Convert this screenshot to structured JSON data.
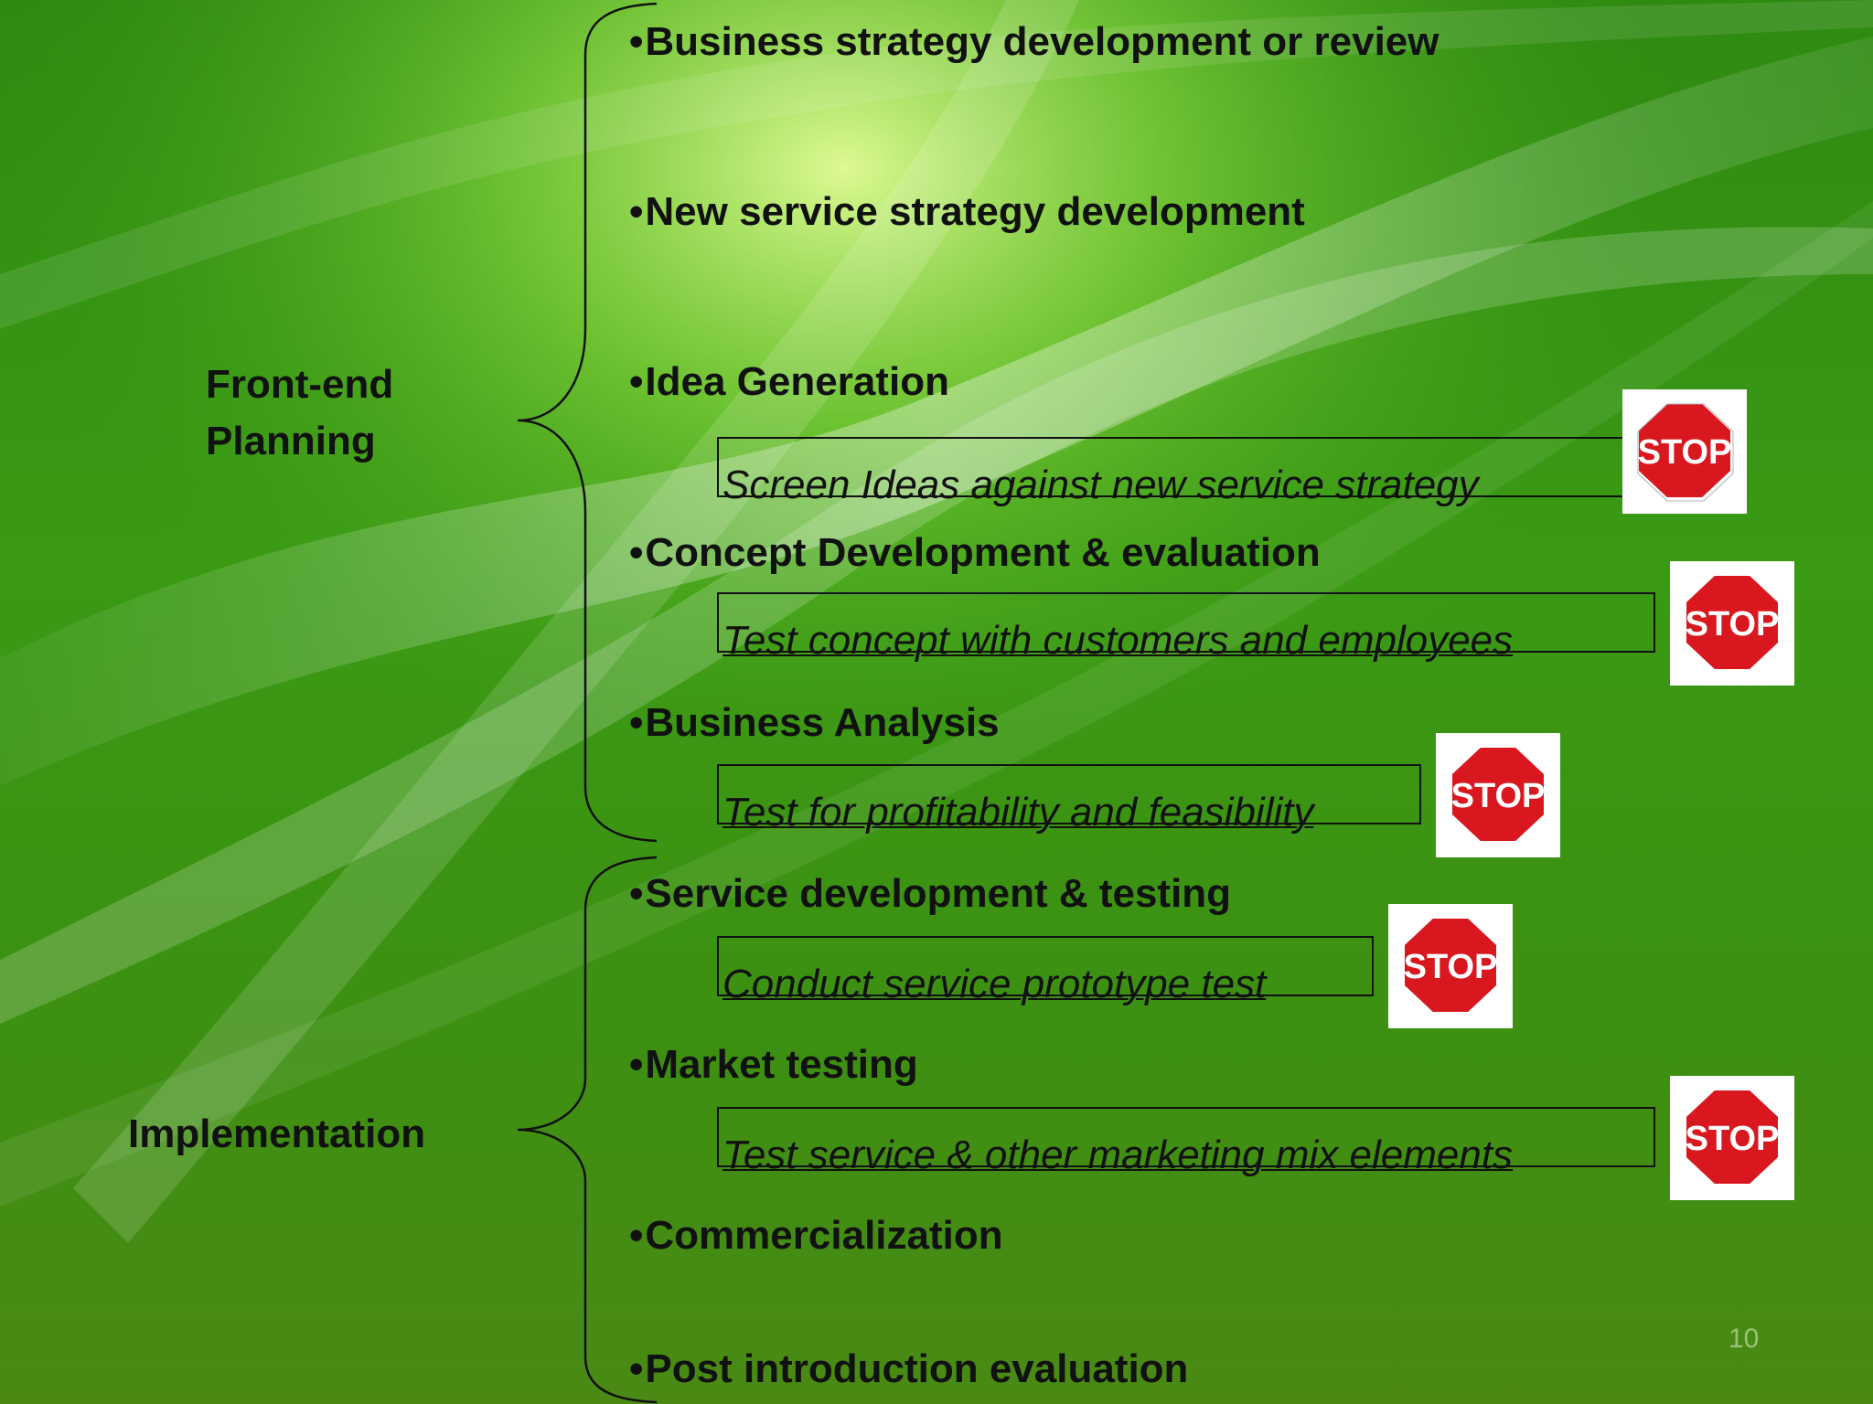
{
  "stages": [
    {
      "label_lines": [
        "Front-end",
        "Planning"
      ]
    },
    {
      "label_lines": [
        "Implementation"
      ]
    }
  ],
  "steps": [
    {
      "label": "Business strategy development or review"
    },
    {
      "label": "New service strategy development"
    },
    {
      "label": "Idea Generation",
      "gate": "Screen Ideas against new service strategy"
    },
    {
      "label": "Concept Development & evaluation",
      "gate": "Test concept with customers and employees"
    },
    {
      "label": "Business Analysis",
      "gate": "Test for profitability and feasibility"
    },
    {
      "label": "Service development & testing",
      "gate": "Conduct service prototype test"
    },
    {
      "label": "Market testing",
      "gate": "Test service & other marketing mix elements"
    },
    {
      "label": "Commercialization"
    },
    {
      "label": "Post introduction evaluation"
    }
  ],
  "bullet_char": "•",
  "stop_sign_text": "STOP",
  "page_number": "10",
  "colors": {
    "stop_red": "#d8171f",
    "background": "#3a9a14"
  }
}
